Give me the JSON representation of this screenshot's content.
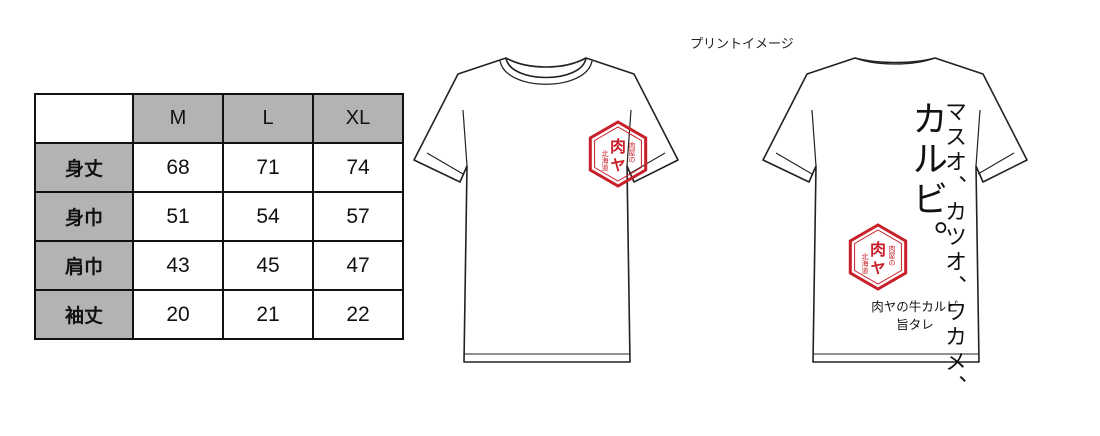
{
  "size_table": {
    "headers": [
      "M",
      "L",
      "XL"
    ],
    "rows": [
      {
        "label": "身丈",
        "values": [
          "68",
          "71",
          "74"
        ]
      },
      {
        "label": "身巾",
        "values": [
          "51",
          "54",
          "57"
        ]
      },
      {
        "label": "肩巾",
        "values": [
          "43",
          "45",
          "47"
        ]
      },
      {
        "label": "袖丈",
        "values": [
          "20",
          "21",
          "22"
        ]
      }
    ]
  },
  "print": {
    "caption": "プリントイメージ",
    "slogan_line1": "マスオ、カツオ、ワカメ、",
    "slogan_line2": "カルビ。",
    "sub_line1": "肉ヤの牛カルビ",
    "sub_line2": "旨タレ"
  },
  "logo": {
    "text_small_left": "北海道",
    "text_small_right": "肉屋の",
    "text_big_top": "肉",
    "text_big_bottom": "ヤ",
    "color": "#c8202a"
  },
  "colors": {
    "table_gray": "#b3b3b3"
  }
}
